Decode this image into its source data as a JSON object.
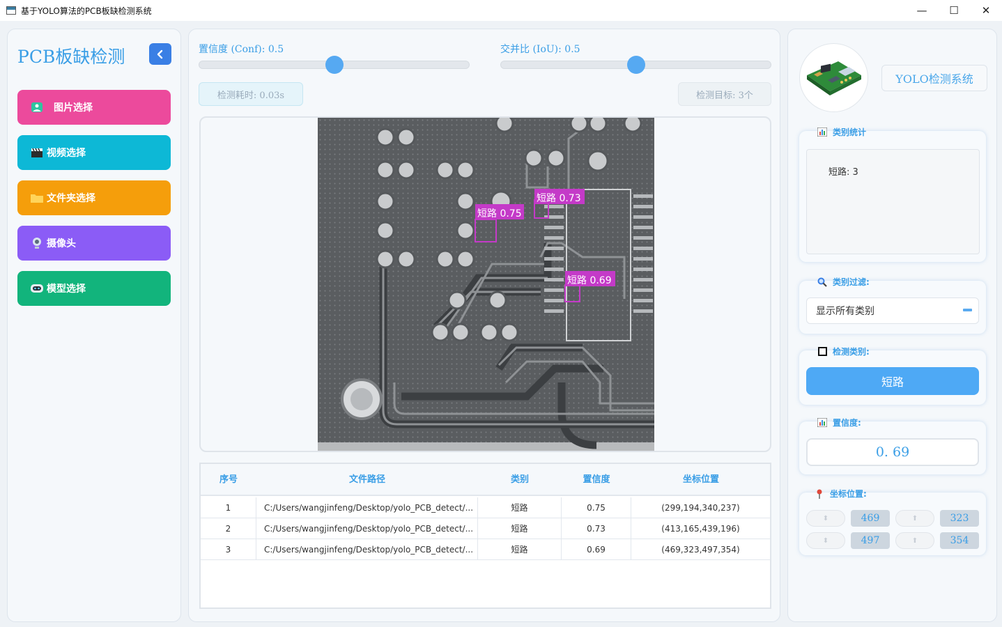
{
  "window": {
    "title": "基于YOLO算法的PCB板缺检测系统",
    "controls": {
      "minimize": "—",
      "maximize": "☐",
      "close": "✕"
    }
  },
  "sidebar": {
    "brand": "PCB板缺检测",
    "buttons": [
      {
        "label": "图片选择",
        "icon": "image-icon",
        "color": "#ec4a9c"
      },
      {
        "label": "视频选择",
        "icon": "clapper-icon",
        "color": "#0db8d6"
      },
      {
        "label": "文件夹选择",
        "icon": "folder-icon",
        "color": "#f59e0b"
      },
      {
        "label": "摄像头",
        "icon": "camera-icon",
        "color": "#8b5cf6"
      },
      {
        "label": "模型选择",
        "icon": "robot-icon",
        "color": "#12b47c"
      }
    ]
  },
  "controls": {
    "conf_label": "置信度 (Conf): 0.5",
    "conf_value": 0.5,
    "iou_label": "交并比 (IoU): 0.5",
    "iou_value": 0.5,
    "time_text": "检测耗时: 0.03s",
    "target_text": "检测目标: 3个"
  },
  "detections": [
    {
      "label": "短路 0.75"
    },
    {
      "label": "短路 0.73"
    },
    {
      "label": "短路 0.69"
    }
  ],
  "table": {
    "headers": [
      "序号",
      "文件路径",
      "类别",
      "置信度",
      "坐标位置"
    ],
    "rows": [
      {
        "idx": "1",
        "path": "C:/Users/wangjinfeng/Desktop/yolo_PCB_detect/...",
        "cls": "短路",
        "conf": "0.75",
        "coords": "(299,194,340,237)"
      },
      {
        "idx": "2",
        "path": "C:/Users/wangjinfeng/Desktop/yolo_PCB_detect/...",
        "cls": "短路",
        "conf": "0.73",
        "coords": "(413,165,439,196)"
      },
      {
        "idx": "3",
        "path": "C:/Users/wangjinfeng/Desktop/yolo_PCB_detect/...",
        "cls": "短路",
        "conf": "0.69",
        "coords": "(469,323,497,354)"
      }
    ]
  },
  "right": {
    "system_title": "YOLO检测系统",
    "stats_title": "类别统计",
    "stats_text": "短路: 3",
    "filter_title": "类别过滤:",
    "filter_value": "显示所有类别",
    "class_title": "检测类别:",
    "class_value": "短路",
    "conf_title": "置信度:",
    "conf_value": "0. 69",
    "coord_title": "坐标位置:",
    "coords": {
      "xmin": "469",
      "ymin": "323",
      "xmax": "497",
      "ymax": "354"
    }
  }
}
